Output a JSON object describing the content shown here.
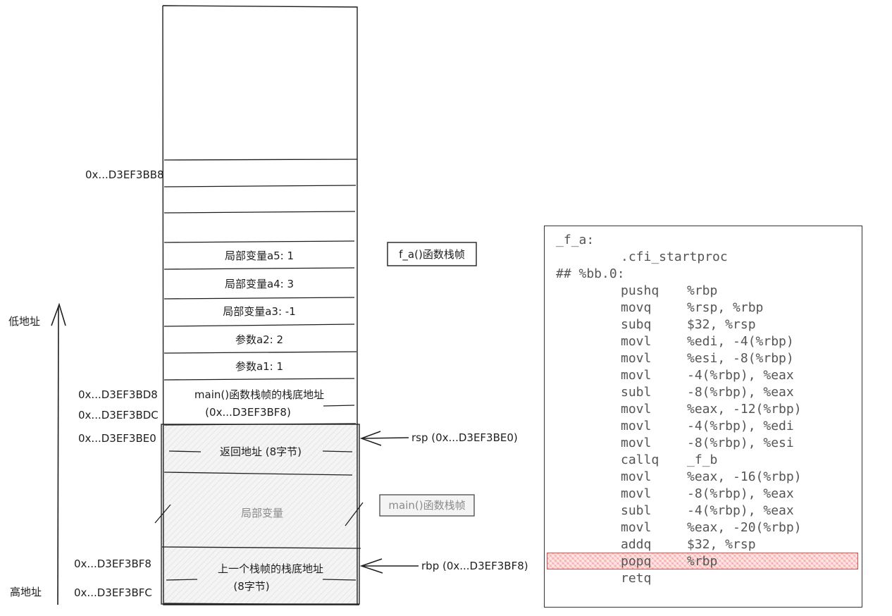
{
  "stack": {
    "cells": [
      "局部变量a5: 1",
      "局部变量a4: 3",
      "局部变量a3: -1",
      "参数a2: 2",
      "参数a1: 1"
    ],
    "saved_rbp_line1": "main()函数栈帧的栈底地址",
    "saved_rbp_line2": "(0x...D3EF3BF8)",
    "return_address": "返回地址 (8字节)",
    "main_locals": "局部变量",
    "prev_frame_line1": "上一个栈帧的栈底地址",
    "prev_frame_line2": "(8字节)"
  },
  "addresses": {
    "bb8": "0x...D3EF3BB8",
    "bd8": "0x...D3EF3BD8",
    "bdc": "0x...D3EF3BDC",
    "be0": "0x...D3EF3BE0",
    "bf8": "0x...D3EF3BF8",
    "bfc": "0x...D3EF3BFC"
  },
  "axis": {
    "low": "低地址",
    "high": "高地址"
  },
  "labels": {
    "f_a_frame": "f_a()函数栈帧",
    "main_frame": "main()函数栈帧",
    "rsp": "rsp (0x...D3EF3BE0)",
    "rbp": "rbp (0x...D3EF3BF8)"
  },
  "colors": {
    "highlight": "#f4b6b6",
    "frame_fill": "#f0f0f0",
    "ink": "#1e1e1e"
  },
  "code": {
    "label": "_f_a:",
    "lines": [
      {
        "op": ".cfi_startproc",
        "args": ""
      },
      {
        "op": "## %bb.0:",
        "args": ""
      },
      {
        "op": "pushq",
        "args": "%rbp"
      },
      {
        "op": "movq",
        "args": "%rsp, %rbp"
      },
      {
        "op": "subq",
        "args": "$32, %rsp"
      },
      {
        "op": "movl",
        "args": "%edi, -4(%rbp)"
      },
      {
        "op": "movl",
        "args": "%esi, -8(%rbp)"
      },
      {
        "op": "movl",
        "args": "-4(%rbp), %eax"
      },
      {
        "op": "subl",
        "args": "-8(%rbp), %eax"
      },
      {
        "op": "movl",
        "args": "%eax, -12(%rbp)"
      },
      {
        "op": "movl",
        "args": "-4(%rbp), %edi"
      },
      {
        "op": "movl",
        "args": "-8(%rbp), %esi"
      },
      {
        "op": "callq",
        "args": "_f_b"
      },
      {
        "op": "movl",
        "args": "%eax, -16(%rbp)"
      },
      {
        "op": "movl",
        "args": "-8(%rbp), %eax"
      },
      {
        "op": "subl",
        "args": "-4(%rbp), %eax"
      },
      {
        "op": "movl",
        "args": "%eax, -20(%rbp)"
      },
      {
        "op": "addq",
        "args": "$32, %rsp"
      },
      {
        "op": "popq",
        "args": "%rbp"
      },
      {
        "op": "retq",
        "args": ""
      }
    ],
    "highlighted_index": 18
  }
}
